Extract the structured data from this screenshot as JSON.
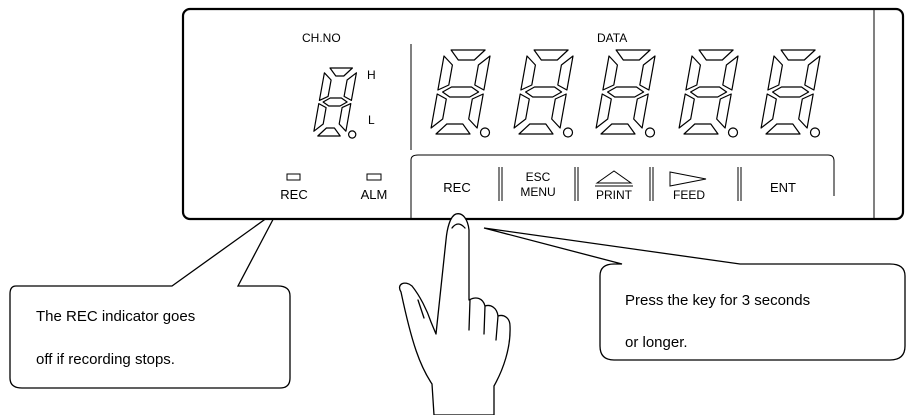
{
  "panel": {
    "channel_label": "CH.NO",
    "data_label": "DATA",
    "range_high": "H",
    "range_low": "L",
    "channel_digit": "8",
    "data_digits": [
      "8",
      "8",
      "8",
      "8",
      "8"
    ]
  },
  "indicators": [
    {
      "id": "rec",
      "label": "REC"
    },
    {
      "id": "alm",
      "label": "ALM"
    }
  ],
  "keys": {
    "rec": "REC",
    "esc_line1": "ESC",
    "esc_line2": "MENU",
    "print": "PRINT",
    "feed": "FEED",
    "ent": "ENT"
  },
  "callouts": {
    "left": {
      "line1": "The REC indicator goes",
      "line2": "off if recording stops."
    },
    "right": {
      "line1": "Press the key for 3 seconds",
      "line2": "or longer."
    }
  }
}
